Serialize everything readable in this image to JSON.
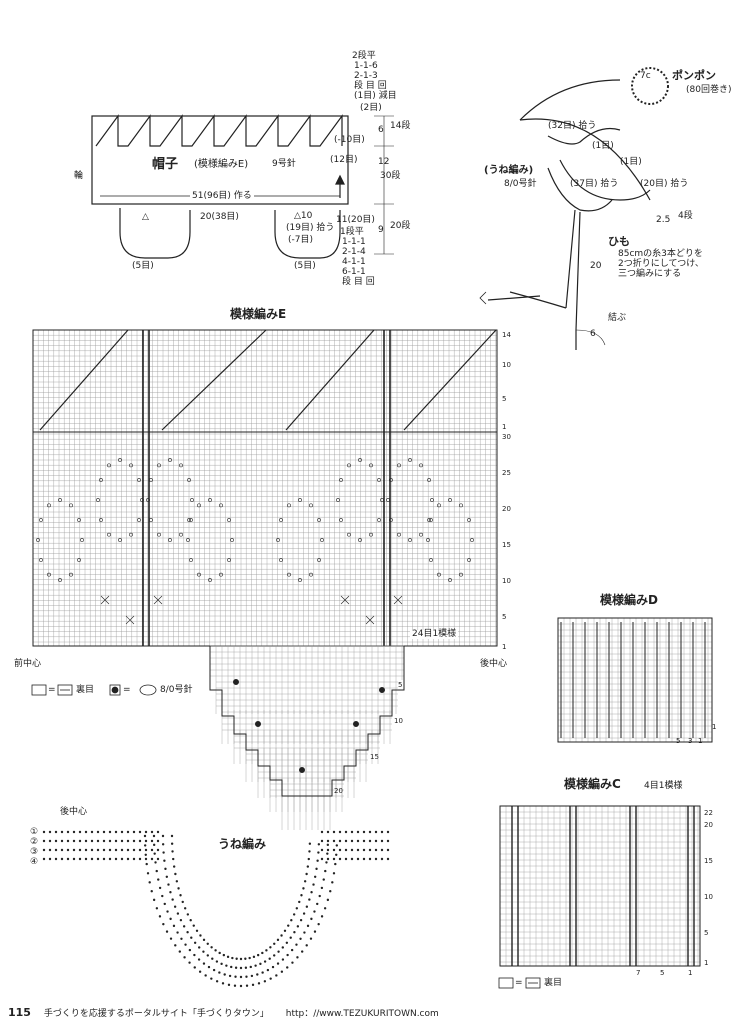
{
  "hat": {
    "title": "帽子",
    "pattern_ref": "(模様編みE)",
    "needle": "9号針",
    "ring_label": "輪",
    "cast_on": "51(96目) 作る",
    "width_between": "20(38目)",
    "left_flap_count": "(5目)",
    "right_flap_count": "(5目)",
    "flap_top_mark": "△",
    "flap_pickup": [
      "△10",
      "(19目) 拾う",
      "(-7目)"
    ],
    "top_decrease": [
      "2段平",
      "1-1-6",
      "2-1-3",
      "段 目 回",
      "(1目) 減目"
    ],
    "top_stitches": "(2目)",
    "side_minus": "(-10目)",
    "side_mid": "(12目)",
    "dim_6": "6",
    "dim_14": "14段",
    "dim_12": "12",
    "dim_30": "30段",
    "dim_9": "9",
    "dim_20": "20段",
    "dim_11": "11(20目)",
    "bottom_shaping": [
      "1段平",
      "1-1-1",
      "2-1-4",
      "4-1-1",
      "6-1-1",
      "段 目 回"
    ]
  },
  "pompom": {
    "title": "ポンポン",
    "size": "7c",
    "wraps": "(80回巻き)"
  },
  "side_view": {
    "pick_32": "(32目) 拾う",
    "one_a": "(1目)",
    "one_b": "(1目)",
    "une_title": "(うね編み)",
    "une_needle": "8/0号針",
    "pick_37": "(37目) 拾う",
    "pick_20": "(20目) 拾う",
    "dim_25": "2.5",
    "dim_4": "4段",
    "himo_title": "ひも",
    "himo_desc": [
      "85cmの糸3本どりを",
      "2つ折りにしてつけ、",
      "三つ編みにする"
    ],
    "dim_20": "20",
    "knot": "結ぶ",
    "dim_6": "6"
  },
  "chart_e": {
    "title": "模様編みE",
    "row_labels": [
      "14",
      "10",
      "5",
      "1",
      "30",
      "25",
      "20",
      "15",
      "10",
      "5",
      "1"
    ],
    "repeat_label": "24目1模様",
    "front_center": "前中心",
    "back_center": "後中心",
    "flap_row_labels": [
      "5",
      "10",
      "15",
      "20"
    ]
  },
  "legend_e": {
    "eq1": "=",
    "sym1": "裏目",
    "eq2": "=",
    "sym2": "8/0号針"
  },
  "chart_d": {
    "title": "模様編みD",
    "col_labels": [
      "5",
      "3",
      "1"
    ],
    "row_label": "1"
  },
  "chart_c": {
    "title": "模様編みC",
    "repeat_label": "4目1模様",
    "row_labels": [
      "22",
      "20",
      "15",
      "10",
      "5",
      "1"
    ],
    "col_labels": [
      "7",
      "5",
      "1"
    ],
    "legend_eq": "=",
    "legend_sym": "裏目"
  },
  "une": {
    "title": "うね編み",
    "back_center": "後中心",
    "row_marks": [
      "①",
      "②",
      "③",
      "④"
    ]
  },
  "footer": {
    "page": "115",
    "text": "手づくりを応援するポータルサイト「手づくりタウン」",
    "url": "http：//www.TEZUKURITOWN.com"
  }
}
